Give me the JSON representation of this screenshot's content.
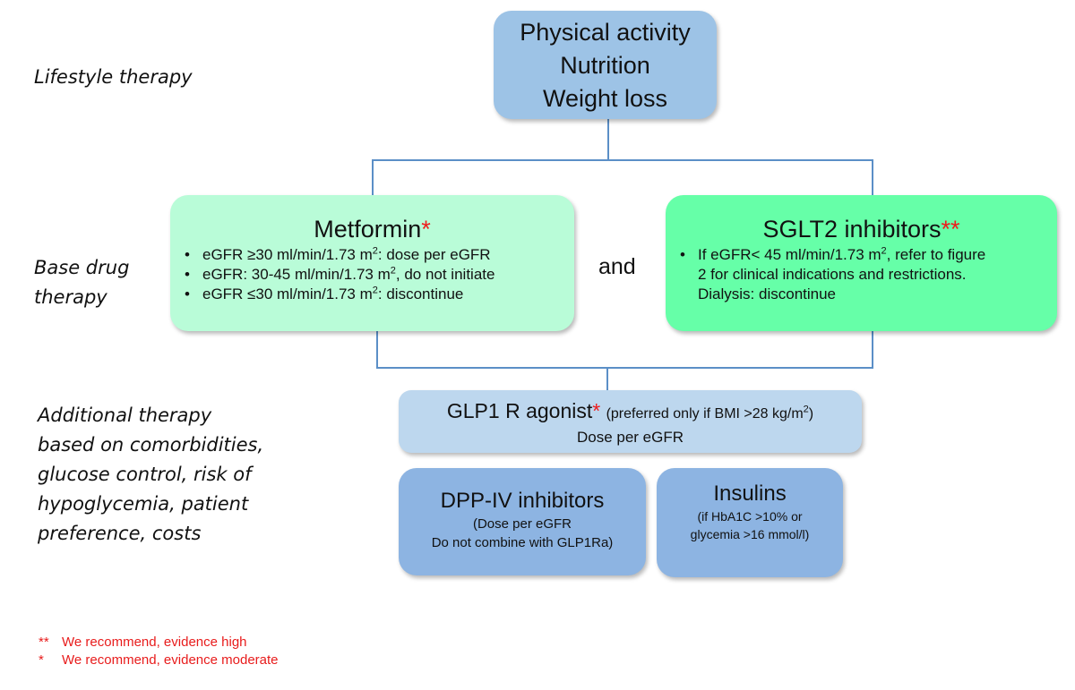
{
  "side_labels": {
    "lifestyle": "Lifestyle therapy",
    "base_drug_line1": "Base drug",
    "base_drug_line2": "therapy",
    "additional_lines": [
      "Additional therapy",
      "based on comorbidities,",
      "glucose control, risk of",
      "hypoglycemia, patient",
      "preference, costs"
    ]
  },
  "lifestyle_box": {
    "lines": [
      "Physical activity",
      "Nutrition",
      "Weight loss"
    ],
    "color": "#9dc3e6"
  },
  "metformin_box": {
    "title": "Metformin",
    "marker": "*",
    "color": "#b9fcd8",
    "bullets": [
      {
        "pre": "eGFR ≥30 ml/min/1.73 m",
        "sup": "2",
        "post": ": dose per eGFR"
      },
      {
        "pre": "eGFR: 30-45 ml/min/1.73 m",
        "sup": "2",
        "post": ", do not initiate"
      },
      {
        "pre": "eGFR ≤30 ml/min/1.73 m",
        "sup": "2",
        "post": ": discontinue"
      }
    ]
  },
  "connector_word": "and",
  "sglt2_box": {
    "title": "SGLT2 inhibitors",
    "marker": "**",
    "color": "#66ffa8",
    "bullet_pre": "If eGFR< 45 ml/min/1.73 m",
    "bullet_sup": "2",
    "bullet_post": ", refer to figure",
    "line2": "2 for clinical indications and restrictions.",
    "line3": "Dialysis: discontinue"
  },
  "glp1_box": {
    "title": "GLP1 R agonist",
    "marker": "*",
    "note_pre": "(preferred only if BMI >28 kg/m",
    "note_sup": "2",
    "note_post": ")",
    "line2": "Dose per eGFR",
    "color": "#bdd7ee"
  },
  "dpp4_box": {
    "title": "DPP-IV inhibitors",
    "line2": "(Dose per eGFR",
    "line3": "Do not combine with GLP1Ra)",
    "color": "#8db4e2"
  },
  "insulin_box": {
    "title": "Insulins",
    "line2": "(if HbA1C >10% or",
    "line3": "glycemia >16 mmol/l)",
    "color": "#8db4e2"
  },
  "legend": [
    {
      "mark": "**",
      "text": "We recommend, evidence high"
    },
    {
      "mark": "*",
      "text": "We recommend, evidence moderate"
    }
  ],
  "colors": {
    "connector": "#5b8fc7",
    "evidence_marker": "#ee1c1c"
  }
}
